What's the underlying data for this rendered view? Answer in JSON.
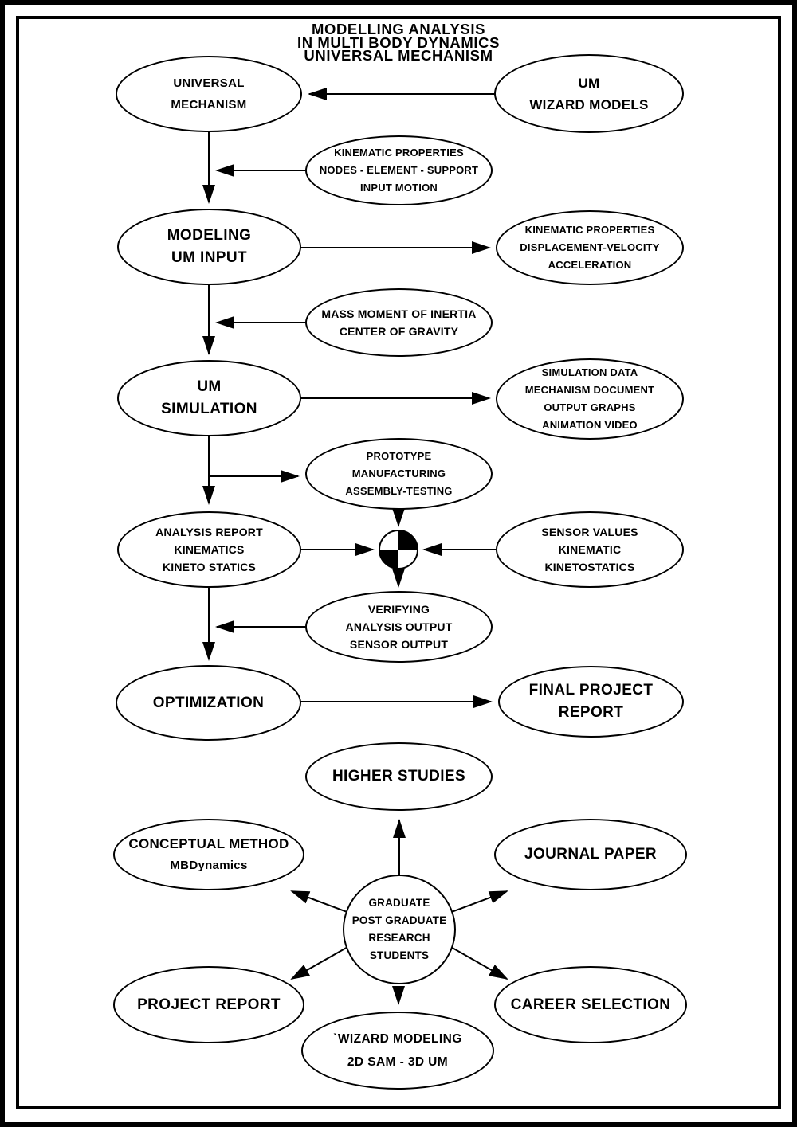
{
  "title": {
    "line1": "MODELLING ANALYSIS",
    "line2": "IN MULTI BODY DYNAMICS",
    "line3": "UNIVERSAL MECHANISM"
  },
  "nodes": {
    "universal_mechanism": {
      "lines": [
        "UNIVERSAL",
        "MECHANISM"
      ]
    },
    "um_wizard_models": {
      "lines": [
        "UM",
        "WIZARD MODELS"
      ]
    },
    "kinematic_input": {
      "lines": [
        "KINEMATIC PROPERTIES",
        "NODES - ELEMENT - SUPPORT",
        "INPUT MOTION"
      ]
    },
    "modeling_um_input": {
      "lines": [
        "MODELING",
        "UM INPUT"
      ]
    },
    "kinematic_output": {
      "lines": [
        "KINEMATIC PROPERTIES",
        "DISPLACEMENT-VELOCITY",
        "ACCELERATION"
      ]
    },
    "mass_moment": {
      "lines": [
        "MASS MOMENT OF INERTIA",
        "CENTER OF GRAVITY"
      ]
    },
    "um_simulation": {
      "lines": [
        "UM",
        "SIMULATION"
      ]
    },
    "simulation_data": {
      "lines": [
        "SIMULATION DATA",
        "MECHANISM DOCUMENT",
        "OUTPUT GRAPHS",
        "ANIMATION VIDEO"
      ]
    },
    "prototype": {
      "lines": [
        "PROTOTYPE",
        "MANUFACTURING",
        "ASSEMBLY-TESTING"
      ]
    },
    "analysis_report": {
      "lines": [
        "ANALYSIS REPORT",
        "KINEMATICS",
        "KINETO STATICS"
      ]
    },
    "sensor_values": {
      "lines": [
        "SENSOR VALUES",
        "KINEMATIC",
        "KINETOSTATICS"
      ]
    },
    "verifying": {
      "lines": [
        "VERIFYING",
        "ANALYSIS OUTPUT",
        "SENSOR OUTPUT"
      ]
    },
    "optimization": {
      "lines": [
        "OPTIMIZATION"
      ]
    },
    "final_project_report": {
      "lines": [
        "FINAL PROJECT",
        "REPORT"
      ]
    },
    "higher_studies": {
      "lines": [
        "HIGHER STUDIES"
      ]
    },
    "conceptual_method": {
      "lines": [
        "CONCEPTUAL METHOD",
        "MBDynamics"
      ]
    },
    "journal_paper": {
      "lines": [
        "JOURNAL PAPER"
      ]
    },
    "graduate_hub": {
      "lines": [
        "GRADUATE",
        "POST GRADUATE",
        "RESEARCH",
        "STUDENTS"
      ]
    },
    "project_report": {
      "lines": [
        "PROJECT REPORT"
      ]
    },
    "career_selection": {
      "lines": [
        "CAREER SELECTION"
      ]
    },
    "wizard_modeling": {
      "lines": [
        "`WIZARD MODELING",
        "2D SAM - 3D UM"
      ]
    }
  },
  "edges": [
    {
      "from": "um_wizard_models",
      "to": "universal_mechanism"
    },
    {
      "from": "universal_mechanism",
      "to": "modeling_um_input"
    },
    {
      "from": "kinematic_input",
      "to": "universal_to_modeling_flow"
    },
    {
      "from": "modeling_um_input",
      "to": "kinematic_output"
    },
    {
      "from": "mass_moment",
      "to": "modeling_to_simulation_flow"
    },
    {
      "from": "modeling_um_input",
      "to": "um_simulation"
    },
    {
      "from": "um_simulation",
      "to": "simulation_data"
    },
    {
      "from": "um_simulation",
      "to": "analysis_report"
    },
    {
      "from": "um_simulation",
      "to": "prototype"
    },
    {
      "from": "prototype",
      "to": "center_of_gravity_symbol"
    },
    {
      "from": "analysis_report",
      "to": "center_of_gravity_symbol"
    },
    {
      "from": "sensor_values",
      "to": "center_of_gravity_symbol"
    },
    {
      "from": "center_of_gravity_symbol",
      "to": "verifying"
    },
    {
      "from": "verifying",
      "to": "analysis_to_optimization_flow"
    },
    {
      "from": "analysis_report",
      "to": "optimization"
    },
    {
      "from": "optimization",
      "to": "final_project_report"
    },
    {
      "from": "graduate_hub",
      "to": "higher_studies"
    },
    {
      "from": "graduate_hub",
      "to": "conceptual_method"
    },
    {
      "from": "graduate_hub",
      "to": "journal_paper"
    },
    {
      "from": "graduate_hub",
      "to": "project_report"
    },
    {
      "from": "graduate_hub",
      "to": "career_selection"
    },
    {
      "from": "graduate_hub",
      "to": "wizard_modeling"
    }
  ],
  "colors": {
    "ink": "#000000",
    "paper": "#ffffff"
  }
}
